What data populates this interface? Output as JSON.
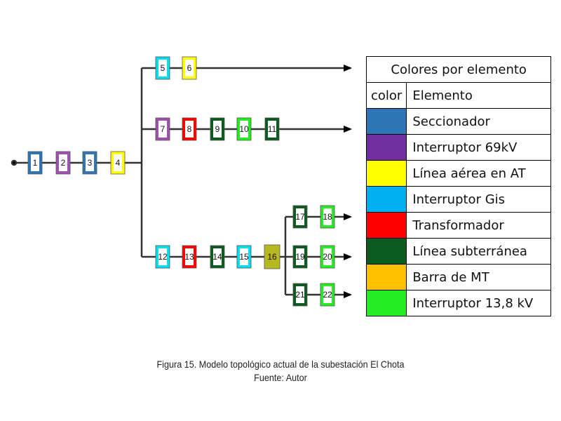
{
  "legend": {
    "title": "Colores por elemento",
    "header_color": "color",
    "header_element": "Elemento",
    "rows": [
      {
        "color": "#2e75b6",
        "label": "Seccionador"
      },
      {
        "color": "#7030a0",
        "label": "Interruptor 69kV"
      },
      {
        "color": "#ffff00",
        "label": "Línea aérea en AT"
      },
      {
        "color": "#00b0f0",
        "label": "Interruptor Gis"
      },
      {
        "color": "#ff0000",
        "label": "Transformador"
      },
      {
        "color": "#0b5a1e",
        "label": "Línea subterránea"
      },
      {
        "color": "#ffc000",
        "label": "Barra de MT"
      },
      {
        "color": "#22ee22",
        "label": "Interruptor 13,8 kV"
      }
    ]
  },
  "nodes": [
    {
      "id": "1",
      "color": "#2e75b6"
    },
    {
      "id": "2",
      "color": "#a050b0"
    },
    {
      "id": "3",
      "color": "#2e75b6"
    },
    {
      "id": "4",
      "color": "#ffff00"
    },
    {
      "id": "5",
      "color": "#00e0f0"
    },
    {
      "id": "6",
      "color": "#ffff00"
    },
    {
      "id": "7",
      "color": "#a050b0"
    },
    {
      "id": "8",
      "color": "#ff0000"
    },
    {
      "id": "9",
      "color": "#0b5a1e"
    },
    {
      "id": "10",
      "color": "#22ee22"
    },
    {
      "id": "11",
      "color": "#0b5a1e"
    },
    {
      "id": "12",
      "color": "#00e0f0"
    },
    {
      "id": "13",
      "color": "#ff0000"
    },
    {
      "id": "14",
      "color": "#0b5a1e"
    },
    {
      "id": "15",
      "color": "#00e0f0"
    },
    {
      "id": "16",
      "color": "#b8b820"
    },
    {
      "id": "17",
      "color": "#0b5a1e"
    },
    {
      "id": "18",
      "color": "#22ee22"
    },
    {
      "id": "19",
      "color": "#0b5a1e"
    },
    {
      "id": "20",
      "color": "#22ee22"
    },
    {
      "id": "21",
      "color": "#0b5a1e"
    },
    {
      "id": "22",
      "color": "#22ee22"
    }
  ],
  "caption": {
    "line1": "Figura 15. Modelo topológico actual de la subestación El Chota",
    "line2": "Fuente: Autor"
  }
}
